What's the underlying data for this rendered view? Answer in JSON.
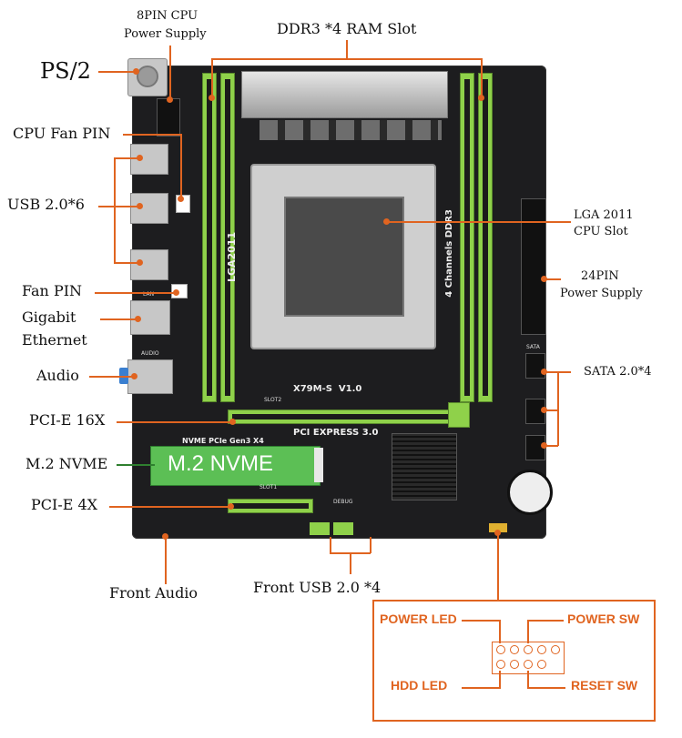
{
  "labels": {
    "eight_pin": "8PIN CPU",
    "eight_pin_2": "Power Supply",
    "ddr3": "DDR3 *4 RAM Slot",
    "ps2": "PS/2",
    "cpu_fan": "CPU Fan PIN",
    "usb20x6": "USB 2.0*6",
    "fan_pin": "Fan PIN",
    "gigabit": "Gigabit",
    "ethernet": "Ethernet",
    "audio": "Audio",
    "pcie16": "PCI-E 16X",
    "m2": "M.2 NVME",
    "pcie4": "PCI-E 4X",
    "front_audio": "Front Audio",
    "front_usb": "Front USB 2.0 *4",
    "lga": "LGA 2011",
    "lga2": "CPU Slot",
    "p24": "24PIN",
    "p24_2": "Power Supply",
    "sata": "SATA 2.0*4"
  },
  "board": {
    "model": "X79M-S",
    "version": "V1.0",
    "socket_text": "LGA2011",
    "channel_text": "4 Channels DDR3",
    "pci_express": "PCI EXPRESS 3.0",
    "nvme_text": "NVME PCIe Gen3 X4",
    "slot2": "SLOT2",
    "slot1": "SLOT1",
    "m2_card": "M.2 NVME",
    "debug": "DEBUG",
    "audio_text": "AUDIO",
    "lan_text": "LAN",
    "sata_text": "SATA"
  },
  "panel": {
    "power_led": "POWER LED",
    "power_sw": "POWER SW",
    "hdd_led": "HDD  LED",
    "reset_sw": "RESET SW"
  },
  "colors": {
    "accent": "#e06420",
    "slot_green": "#8fd14a",
    "pcb": "#1d1d1f"
  }
}
